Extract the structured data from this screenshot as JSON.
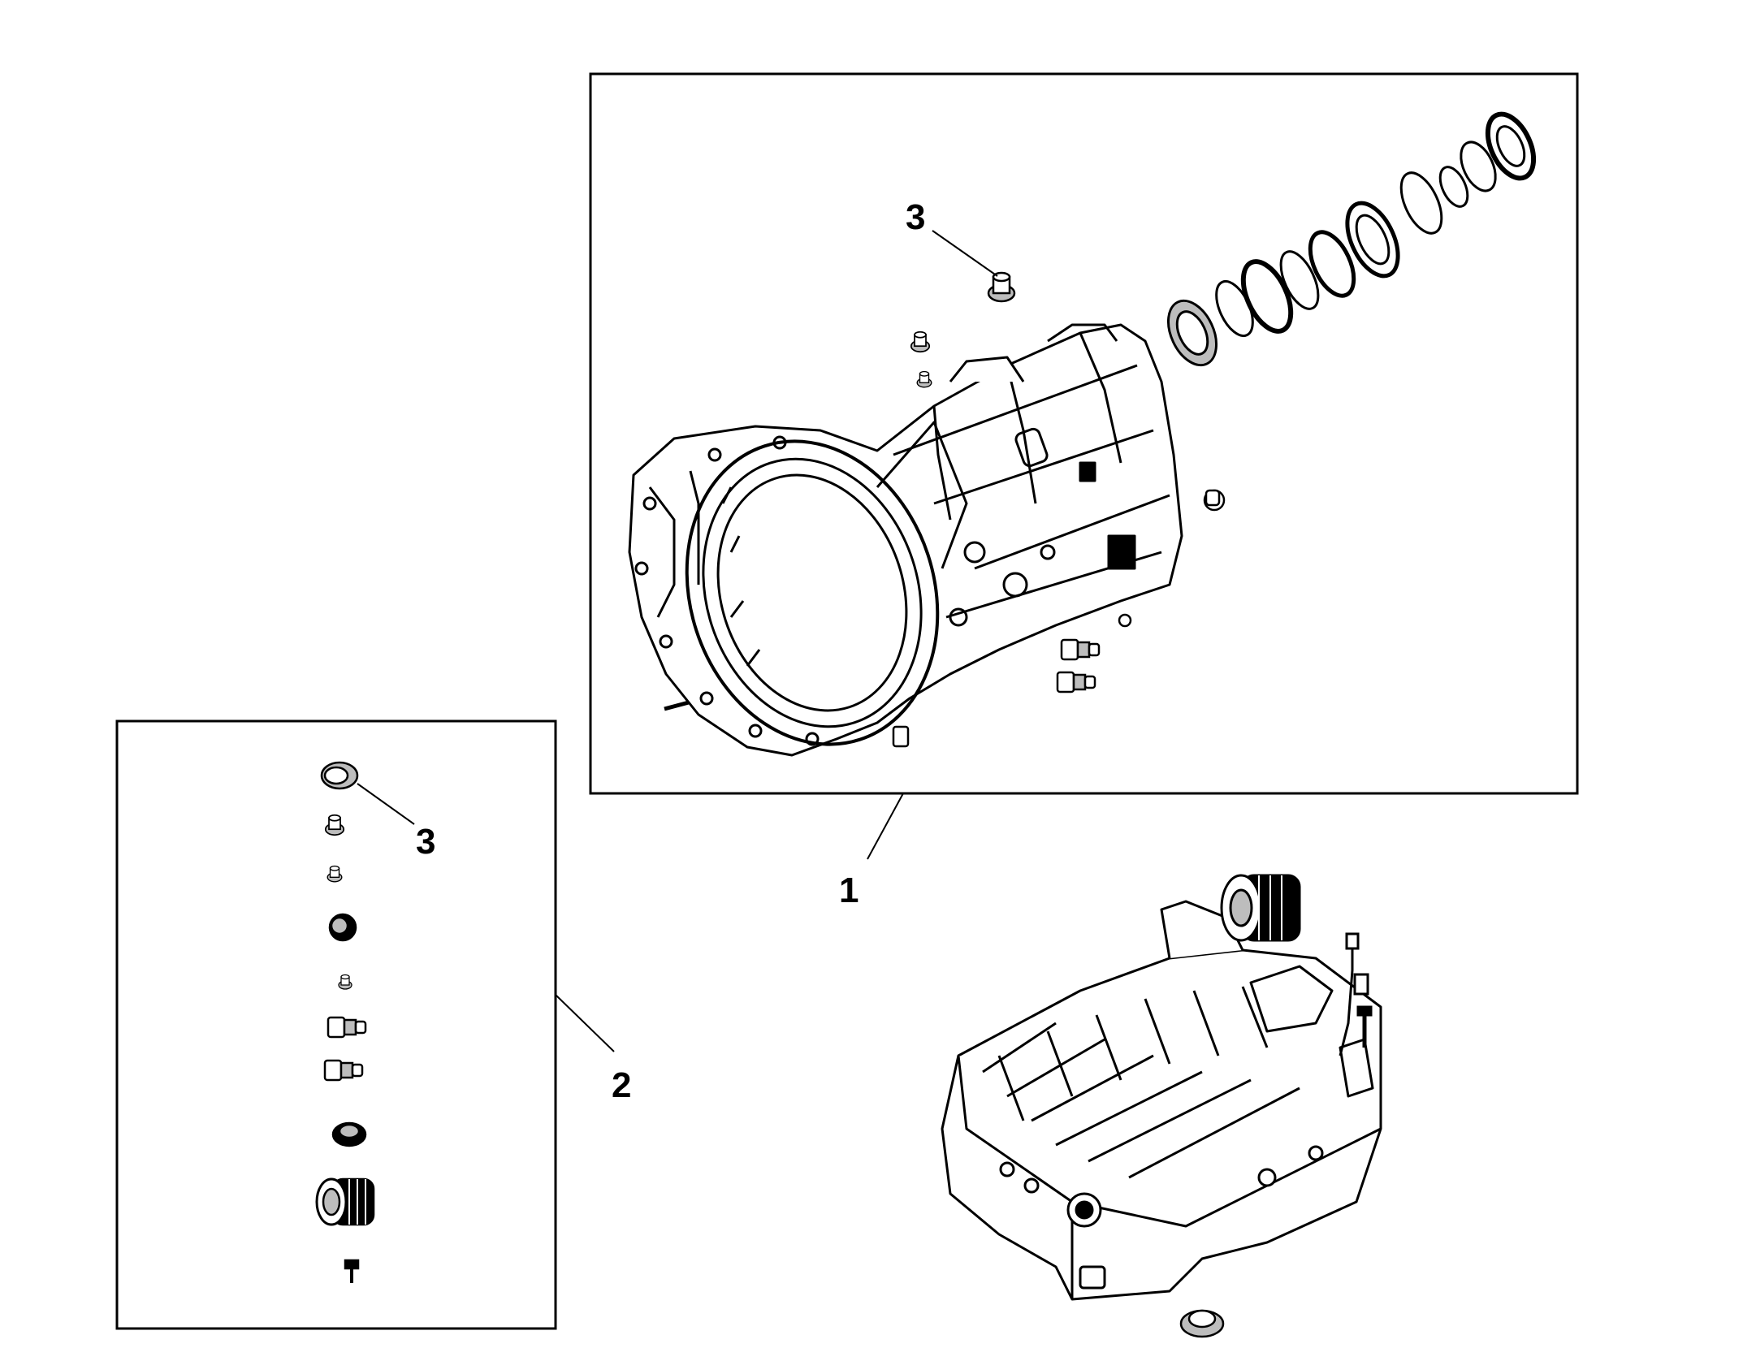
{
  "callouts": {
    "transmission_assembly": "1",
    "plug_kit": "2",
    "plug_main": "3",
    "plug_kit_item": "3"
  },
  "colors": {
    "ink": "#000000",
    "paper": "#ffffff",
    "fill_gray": "#bdbdbd"
  }
}
